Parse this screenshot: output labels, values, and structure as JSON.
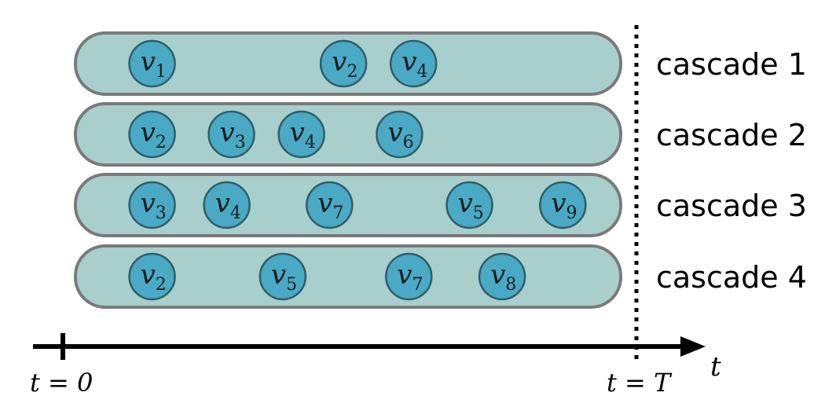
{
  "cascades": [
    {
      "label": "cascade 1",
      "nodes": [
        {
          "name": "v",
          "sub": "1",
          "t": 0.07
        },
        {
          "name": "v",
          "sub": "2",
          "t": 0.48
        },
        {
          "name": "v",
          "sub": "4",
          "t": 0.63
        }
      ]
    },
    {
      "label": "cascade 2",
      "nodes": [
        {
          "name": "v",
          "sub": "2",
          "t": 0.07
        },
        {
          "name": "v",
          "sub": "3",
          "t": 0.24
        },
        {
          "name": "v",
          "sub": "4",
          "t": 0.39
        },
        {
          "name": "v",
          "sub": "6",
          "t": 0.6
        }
      ]
    },
    {
      "label": "cascade 3",
      "nodes": [
        {
          "name": "v",
          "sub": "3",
          "t": 0.07
        },
        {
          "name": "v",
          "sub": "4",
          "t": 0.23
        },
        {
          "name": "v",
          "sub": "7",
          "t": 0.45
        },
        {
          "name": "v",
          "sub": "5",
          "t": 0.75
        },
        {
          "name": "v",
          "sub": "9",
          "t": 0.95
        }
      ]
    },
    {
      "label": "cascade 4",
      "nodes": [
        {
          "name": "v",
          "sub": "2",
          "t": 0.07
        },
        {
          "name": "v",
          "sub": "5",
          "t": 0.35
        },
        {
          "name": "v",
          "sub": "7",
          "t": 0.62
        },
        {
          "name": "v",
          "sub": "8",
          "t": 0.82
        }
      ]
    }
  ],
  "axis": {
    "variable": "t",
    "start_label": "t = 0",
    "end_label": "t = T"
  },
  "colors": {
    "band_fill": "#a9cfcc",
    "band_stroke": "#7a7a7a",
    "node_fill": "#4aa9c4",
    "node_stroke": "#2e5f6b",
    "axis": "#000000"
  }
}
